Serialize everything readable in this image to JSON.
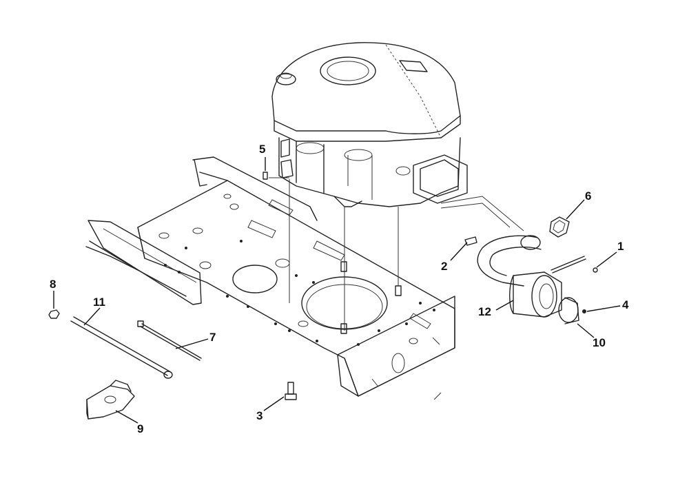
{
  "diagram": {
    "labels": {
      "p1": "1",
      "p2": "2",
      "p3": "3",
      "p4": "4",
      "p5": "5",
      "p6": "6",
      "p7": "7",
      "p8": "8",
      "p9": "9",
      "p10": "10",
      "p11": "11",
      "p12": "12"
    }
  }
}
